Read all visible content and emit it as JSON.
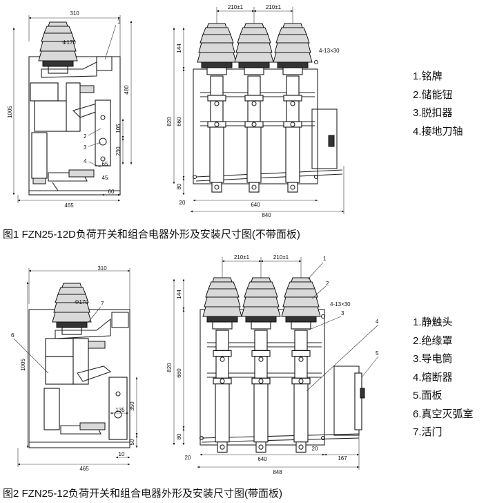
{
  "figure1": {
    "caption": "图1 FZN25-12D负荷开关和组合电器外形及安装尺寸图(不带面板)",
    "legend": [
      "1.铭牌",
      "2.储能钮",
      "3.脱扣器",
      "4.接地刀轴"
    ],
    "side_view": {
      "dims": {
        "top_width": "310",
        "height": "1005",
        "upper": "480",
        "d105": "105",
        "d230": "230",
        "d65": "65",
        "d45": "45",
        "d60": "60",
        "bottom_width": "465",
        "phi": "Φ170"
      },
      "callouts": [
        "1",
        "2",
        "3",
        "4"
      ]
    },
    "front_view": {
      "dims": {
        "pitch1": "210±1",
        "pitch2": "210±1",
        "d144": "144",
        "holes": "4-13×30",
        "h820": "820",
        "h660": "660",
        "h80": "80",
        "d20": "20",
        "w640": "640",
        "w840": "840"
      }
    }
  },
  "figure2": {
    "caption": "图2 FZN25-12负荷开关和组合电器外形及安装尺寸图(带面板)",
    "legend": [
      "1.静触头",
      "2.绝缘罩",
      "3.导电筒",
      "4.熔断器",
      "5.面板",
      "6.真空灭弧室",
      "7.活门"
    ],
    "side_view": {
      "dims": {
        "top_width": "310",
        "height": "1005",
        "d350": "350",
        "d135": "135",
        "d50": "50",
        "d10": "10",
        "bottom_width": "465",
        "phi": "Φ170"
      },
      "callouts": [
        "6",
        "7"
      ]
    },
    "front_view": {
      "dims": {
        "pitch1": "210±1",
        "pitch2": "210±1",
        "d144": "144",
        "holes": "4-13×30",
        "h820": "820",
        "h660": "660",
        "h80": "80",
        "d20": "20",
        "w640": "640",
        "d20b": "20",
        "d167": "167",
        "w848": "848"
      },
      "callouts": [
        "1",
        "2",
        "3",
        "4",
        "5"
      ]
    }
  }
}
